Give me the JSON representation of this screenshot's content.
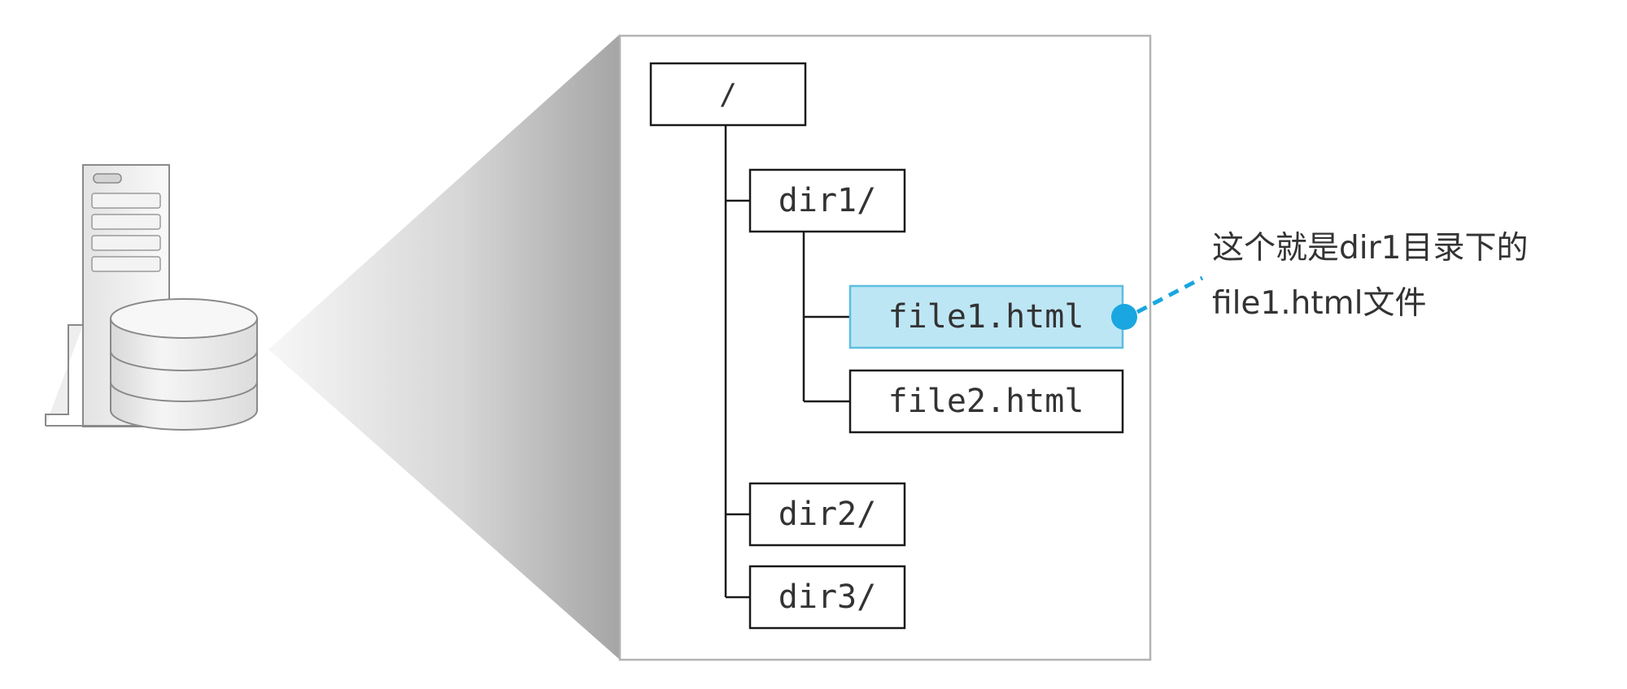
{
  "tree": {
    "root": "/",
    "dir1": "dir1/",
    "file1": "file1.html",
    "file2": "file2.html",
    "dir2": "dir2/",
    "dir3": "dir3/"
  },
  "callout": {
    "line1": "这个就是dir1目录下的",
    "line2": "file1.html文件"
  },
  "colors": {
    "highlight_fill": "#bde6f4",
    "highlight_stroke": "#5cbde0",
    "accent": "#1aa6e0",
    "line": "#1a1a1a",
    "text": "#333333",
    "panel_border": "#b3b3b3"
  }
}
